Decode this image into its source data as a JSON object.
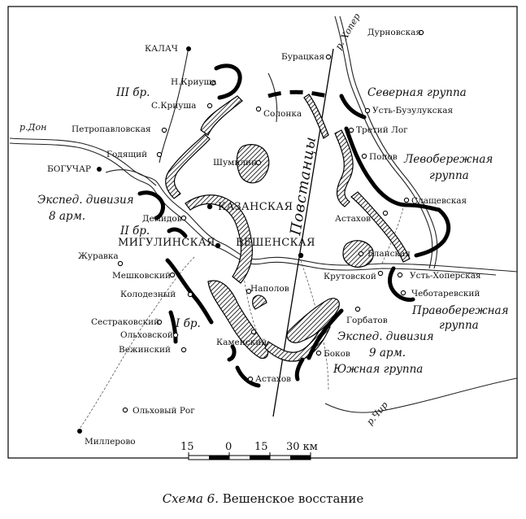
{
  "caption": {
    "italic": "Схема 6.",
    "text": " Вешенское восстание"
  },
  "rivers": {
    "don": "р.Дон",
    "khoper": "р. Хопер",
    "chir": "р.Чир"
  },
  "front_line_label": "Повстанцы",
  "scale": {
    "ticks": [
      "15",
      "0",
      "15",
      "30 км"
    ]
  },
  "settlements": {
    "kalach": "КАЛАЧ",
    "n_krusha": "Н.Криуша",
    "s_krusha": "С.Криуша",
    "petropavlovskaya": "Петропавловская",
    "godyashchiy": "Годящий",
    "boguchar": "БОГУЧАР",
    "demidov": "Демидов",
    "migulinskaya": "МИГУЛИНСКАЯ",
    "zhuravka": "Журавка",
    "meshkovskiy": "Мешковский",
    "kolodezniy": "Колодезный",
    "sestrakovskiy": "Сестраковский",
    "olkhovskoy": "Ольховской",
    "vezhinskiy": "Вежинский",
    "olkhoviy_rog": "Ольховый Рог",
    "millerovo": "Миллерово",
    "kazanskaya": "КАЗАНСКАЯ",
    "veshenskaya": "ВЕШЕНСКАЯ",
    "shumilin": "Шумилин",
    "solonka": "Солонка",
    "buratskaya": "Бурацкая",
    "durnovskaya": "Дурновская",
    "ust_buzulukskaya": "Усть-Бузулукская",
    "tretiy_log": "Третий Лог",
    "popov": "Попов",
    "slashchevskaya": "Слащевская",
    "astakhov_n": "Астахов",
    "elanskaya": "Еланская",
    "krutovskoy": "Крутовской",
    "ust_khoperskaya": "Усть-Хоперская",
    "chebotarevskiy": "Чеботаревский",
    "napolov": "Наполов",
    "gorbatov": "Горбатов",
    "kamenskiy": "Каменский",
    "bokov": "Боков",
    "astakhov_s": "Астахов"
  },
  "units": {
    "bde3": "III бр.",
    "exped8_line1": "Экспед. дивизия",
    "exped8_line2": "8 арм.",
    "bde2": "II бр.",
    "bde1": "I бр.",
    "northern_line1": "Северная группа",
    "left_bank_line1": "Левобережная",
    "left_bank_line2": "группа",
    "right_bank_line1": "Правобережная",
    "right_bank_line2": "группа",
    "exped9_line1": "Экспед. дивизия",
    "exped9_line2": "9 арм.",
    "southern": "Южная группа"
  }
}
